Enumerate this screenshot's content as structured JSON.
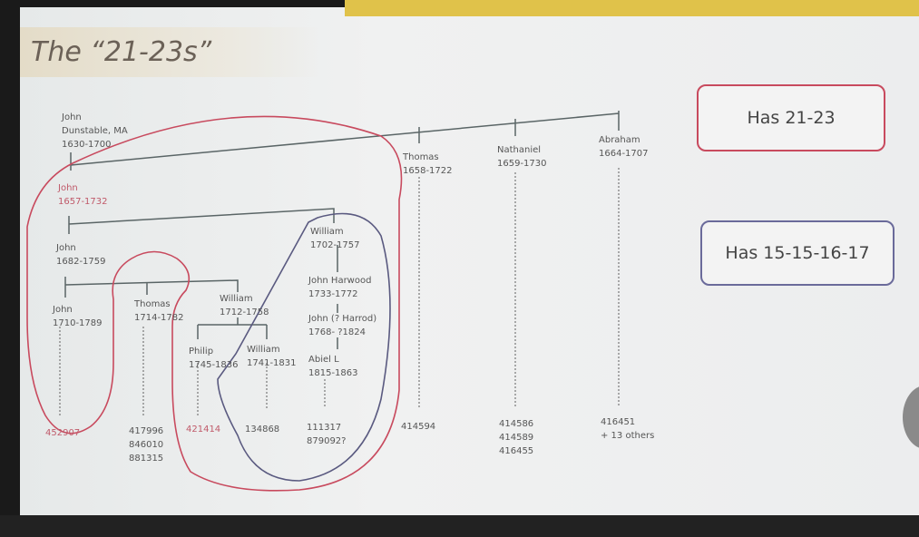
{
  "title": "The “21-23s”",
  "legend": {
    "red": "Has 21-23",
    "blue": "Has 15-15-16-17",
    "red_color": "#c84a5e",
    "blue_color": "#6a6a9a"
  },
  "people": {
    "root": {
      "name": "John",
      "place": "Dunstable, MA",
      "years": "1630-1700"
    },
    "john1657": {
      "name": "John",
      "years": "1657-1732"
    },
    "thomas1658": {
      "name": "Thomas",
      "years": "1658-1722"
    },
    "nathaniel": {
      "name": "Nathaniel",
      "years": "1659-1730"
    },
    "abraham": {
      "name": "Abraham",
      "years": "1664-1707"
    },
    "john1682": {
      "name": "John",
      "years": "1682-1759"
    },
    "william1702": {
      "name": "William",
      "years": "1702-1757"
    },
    "john1710": {
      "name": "John",
      "years": "1710-1789"
    },
    "thomas1714": {
      "name": "Thomas",
      "years": "1714-1782"
    },
    "william1712": {
      "name": "William",
      "years": "1712-1758"
    },
    "johnharwood": {
      "name": "John Harwood",
      "years": "1733-1772"
    },
    "johnharrod": {
      "name": "John (? Harrod)",
      "years": "1768- ?1824"
    },
    "philip": {
      "name": "Philip",
      "years": "1745-1836"
    },
    "william1741": {
      "name": "William",
      "years": "1741-1831"
    },
    "abiel": {
      "name": "Abiel L",
      "years": "1815-1863"
    }
  },
  "kits": {
    "k1": "452907",
    "k2": [
      "417996",
      "846010",
      "881315"
    ],
    "k3": "421414",
    "k4": "134868",
    "k5": [
      "111317",
      "879092?"
    ],
    "k6": "414594",
    "k7": [
      "414586",
      "414589",
      "416455"
    ],
    "k8": [
      "416451",
      "+ 13 others"
    ]
  }
}
